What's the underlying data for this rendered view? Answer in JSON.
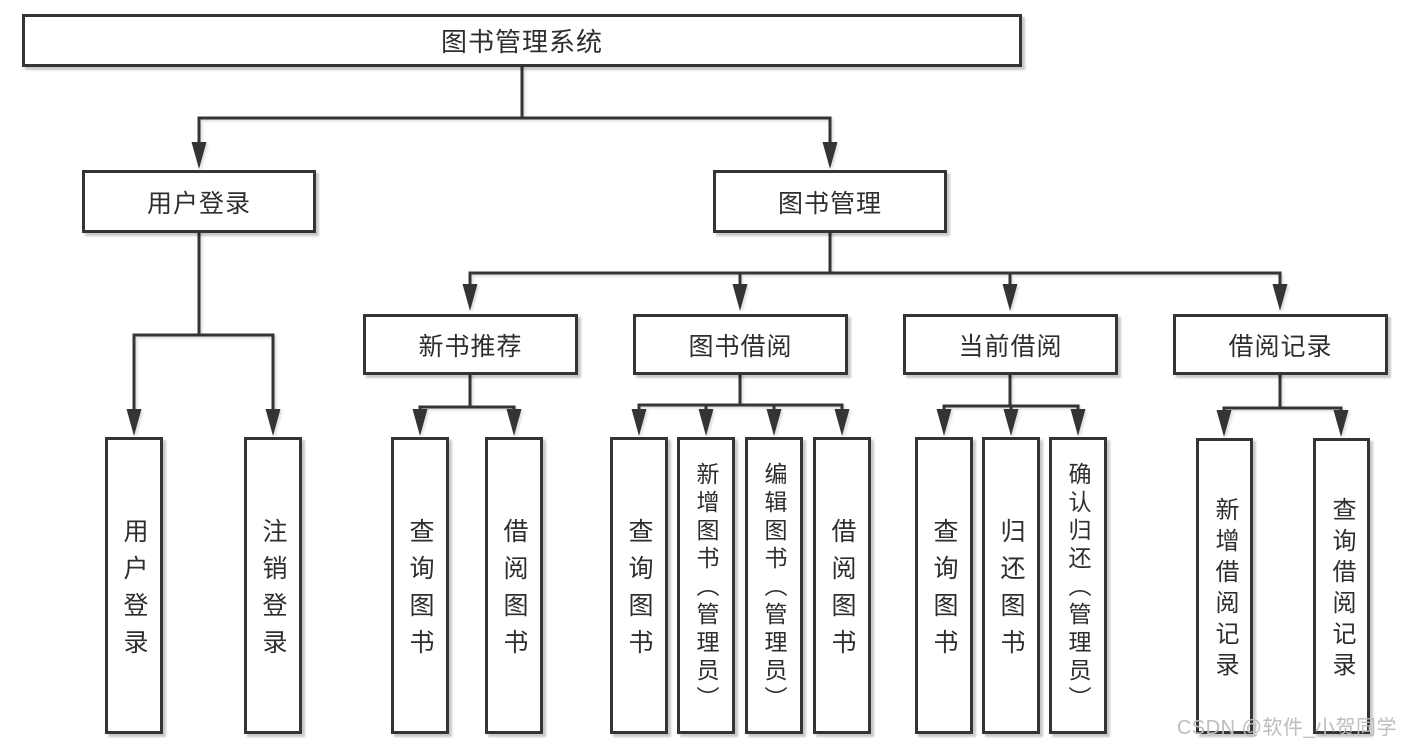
{
  "nodes": {
    "root": {
      "label": "图书管理系统"
    },
    "user_login": {
      "label": "用户登录"
    },
    "book_mgmt": {
      "label": "图书管理"
    },
    "new_book_rec": {
      "label": "新书推荐"
    },
    "book_borrow": {
      "label": "图书借阅"
    },
    "current_borrow": {
      "label": "当前借阅"
    },
    "borrow_records": {
      "label": "借阅记录"
    },
    "leaf_user_login": {
      "label": "用户登录"
    },
    "leaf_logout": {
      "label": "注销登录"
    },
    "leaf_rec_query_book": {
      "label": "查询图书"
    },
    "leaf_rec_borrow_book": {
      "label": "借阅图书"
    },
    "leaf_bor_query_book": {
      "label": "查询图书"
    },
    "leaf_bor_add_book": {
      "label": "新增图书（管理员）"
    },
    "leaf_bor_edit_book": {
      "label": "编辑图书（管理员）"
    },
    "leaf_bor_borrow_book": {
      "label": "借阅图书"
    },
    "leaf_cur_query_book": {
      "label": "查询图书"
    },
    "leaf_cur_return_book": {
      "label": "归还图书"
    },
    "leaf_cur_confirm_return": {
      "label": "确认归还（管理员）"
    },
    "leaf_log_add_record": {
      "label": "新增借阅记录"
    },
    "leaf_log_query_record": {
      "label": "查询借阅记录"
    }
  },
  "watermark": {
    "text": "CSDN @软件_小贺同学"
  },
  "colors": {
    "line": "#343434",
    "box_border": "#343434",
    "box_background": "#ffffff",
    "text": "#2e2e2e",
    "watermark": "#bdbdbd",
    "background": "#ffffff"
  }
}
